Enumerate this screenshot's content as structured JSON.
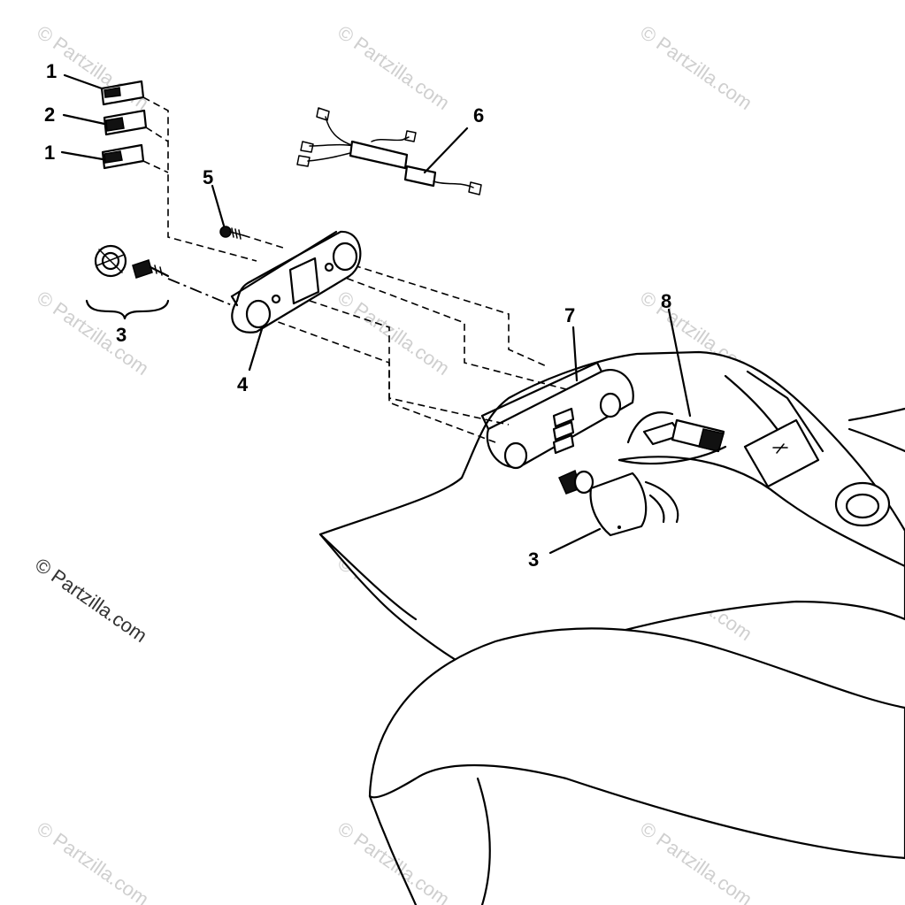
{
  "callouts": {
    "c1_top": "1",
    "c2": "2",
    "c1_bottom": "1",
    "c5": "5",
    "c6": "6",
    "c3_left": "3",
    "c4": "4",
    "c7": "7",
    "c8": "8",
    "c3_right": "3"
  },
  "watermark": {
    "main": "© Partzilla.com",
    "faint": "© Partzilla.com"
  }
}
